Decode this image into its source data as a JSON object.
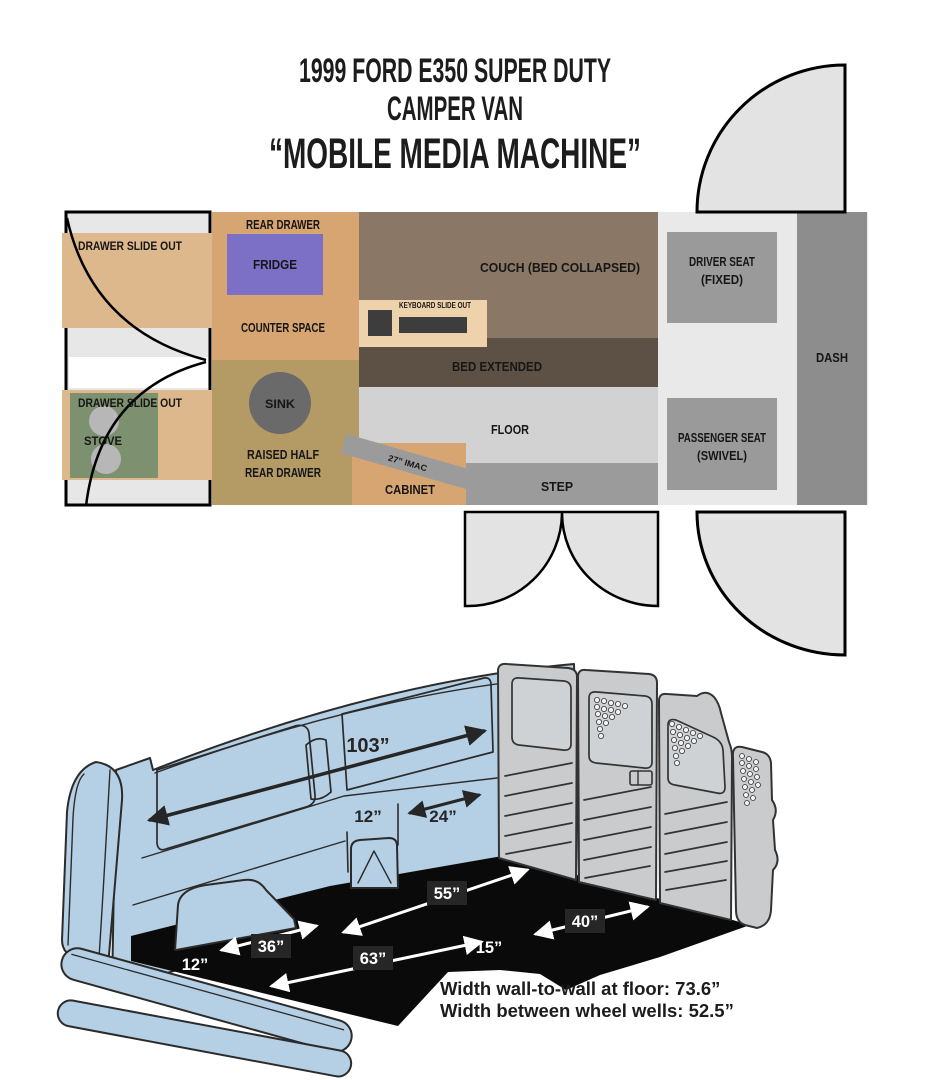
{
  "title": {
    "line1": "1999 FORD E350 SUPER DUTY",
    "line2": "CAMPER VAN",
    "line3": "“MOBILE MEDIA MACHINE”"
  },
  "plan": {
    "drawer_slide_out_top": "DRAWER SLIDE OUT",
    "drawer_slide_out_bottom": "DRAWER SLIDE OUT",
    "stove": "STOVE",
    "rear_drawer": "REAR DRAWER",
    "fridge": "FRIDGE",
    "counter_space": "COUNTER SPACE",
    "sink": "SINK",
    "raised_half_1": "RAISED HALF",
    "raised_half_2": "REAR DRAWER",
    "couch": "COUCH (BED COLLAPSED)",
    "keyboard_slide_out": "KEYBOARD SLIDE OUT",
    "bed_extended": "BED EXTENDED",
    "floor": "FLOOR",
    "step": "STEP",
    "cabinet": "CABINET",
    "imac": "27” IMAC",
    "driver_seat_1": "DRIVER SEAT",
    "driver_seat_2": "(FIXED)",
    "passenger_seat_1": "PASSENGER SEAT",
    "passenger_seat_2": "(SWIVEL)",
    "dash": "DASH"
  },
  "dims": {
    "length_103": "103”",
    "step_12": "12”",
    "step_24": "24”",
    "d55": "55”",
    "d40": "40”",
    "d36": "36”",
    "d15": "15”",
    "d63": "63”",
    "sill_12": "12”",
    "note_wall": "Width wall-to-wall at floor: 73.6”",
    "note_wheels": "Width between wheel wells: 52.5”"
  },
  "colors": {
    "body_blue": "#b5cfe4",
    "outline": "#2b2b2b",
    "floor_black": "#0a0a0a",
    "panel_gray": "#c9cbcd",
    "door_fill": "#e3e3e3",
    "drawer_tan": "#ddb88c",
    "kitchen_tan": "#d7a571",
    "khaki": "#b49a65",
    "couch_brown": "#8a7765",
    "bed_brown": "#5d5145",
    "fridge_purple": "#7b70c6",
    "stove_green": "#7d9070",
    "sink_gray": "#6a6a6a",
    "step_gray": "#9b9b9b",
    "cab_gray": "#e9e9e9",
    "seat_gray": "#9a9a9a",
    "dash_gray": "#8d8d8d",
    "label_box": "#262626"
  }
}
